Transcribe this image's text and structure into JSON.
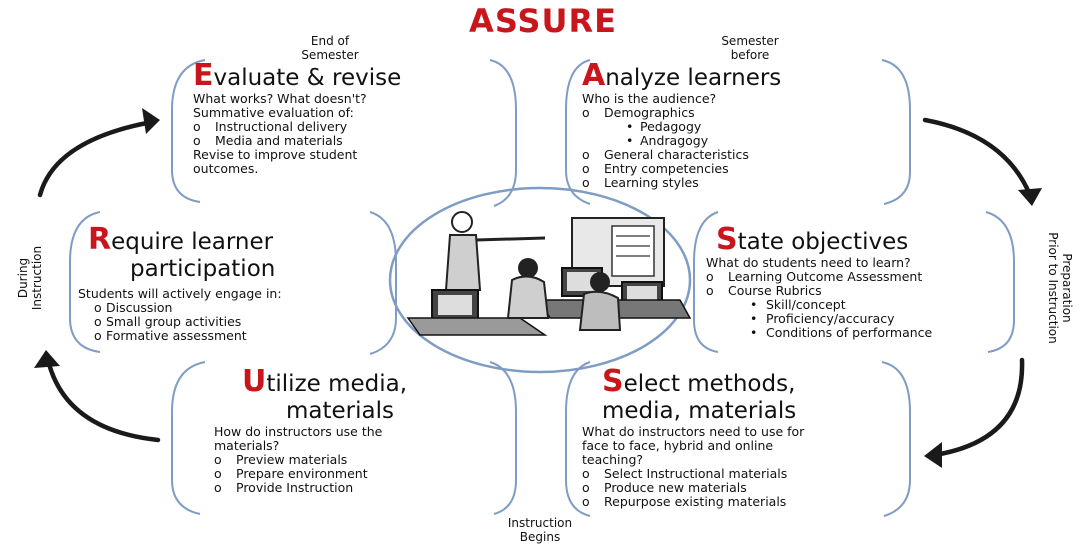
{
  "title": "ASSURE",
  "phases": {
    "end_of_semester": [
      "End of",
      "Semester"
    ],
    "semester_before": [
      "Semester",
      "before"
    ],
    "during_instruction": [
      "During",
      "Instruction"
    ],
    "preparation": [
      "Preparation",
      "Prior to Instruction"
    ],
    "instruction_begins": [
      "Instruction",
      "Begins"
    ]
  },
  "evaluate": {
    "cap": "E",
    "rest": "valuate & revise",
    "lines": [
      "What works?  What doesn't?",
      "Summative evaluation of:"
    ],
    "items": [
      "Instructional delivery",
      "Media and materials"
    ],
    "footer": [
      "Revise to improve student",
      "outcomes."
    ]
  },
  "analyze": {
    "cap": "A",
    "rest": "nalyze learners",
    "question": "Who is the audience?",
    "item1": "Demographics",
    "sub": [
      "Pedagogy",
      "Andragogy"
    ],
    "items": [
      "General characteristics",
      "Entry competencies",
      "Learning styles"
    ]
  },
  "require": {
    "cap": "R",
    "rest1": "equire learner",
    "rest2": "participation",
    "intro": "Students will actively engage in:",
    "items": [
      "Discussion",
      "Small group activities",
      "Formative assessment"
    ]
  },
  "state": {
    "cap": "S",
    "rest": "tate objectives",
    "question": "What do students need to learn?",
    "items": [
      "Learning Outcome Assessment",
      "Course Rubrics"
    ],
    "sub": [
      "Skill/concept",
      "Proficiency/accuracy",
      "Conditions of performance"
    ]
  },
  "utilize": {
    "cap": "U",
    "rest1": "tilize media,",
    "rest2": "materials",
    "question": [
      "How do instructors use the",
      "materials?"
    ],
    "items": [
      "Preview materials",
      "Prepare environment",
      "Provide Instruction"
    ]
  },
  "select": {
    "cap": "S",
    "rest1": "elect methods,",
    "rest2": "media, materials",
    "question": [
      "What do instructors need to use for",
      "face to face, hybrid and online",
      "teaching?"
    ],
    "items": [
      "Select Instructional materials",
      "Produce new materials",
      "Repurpose existing materials"
    ]
  },
  "bullets": {
    "circle": "o",
    "dot": "•"
  },
  "colors": {
    "title": "#c8161d",
    "frame": "#7f9cc4",
    "arrow": "#1a1a1a"
  },
  "icons": {
    "center": "classroom-illustration"
  }
}
